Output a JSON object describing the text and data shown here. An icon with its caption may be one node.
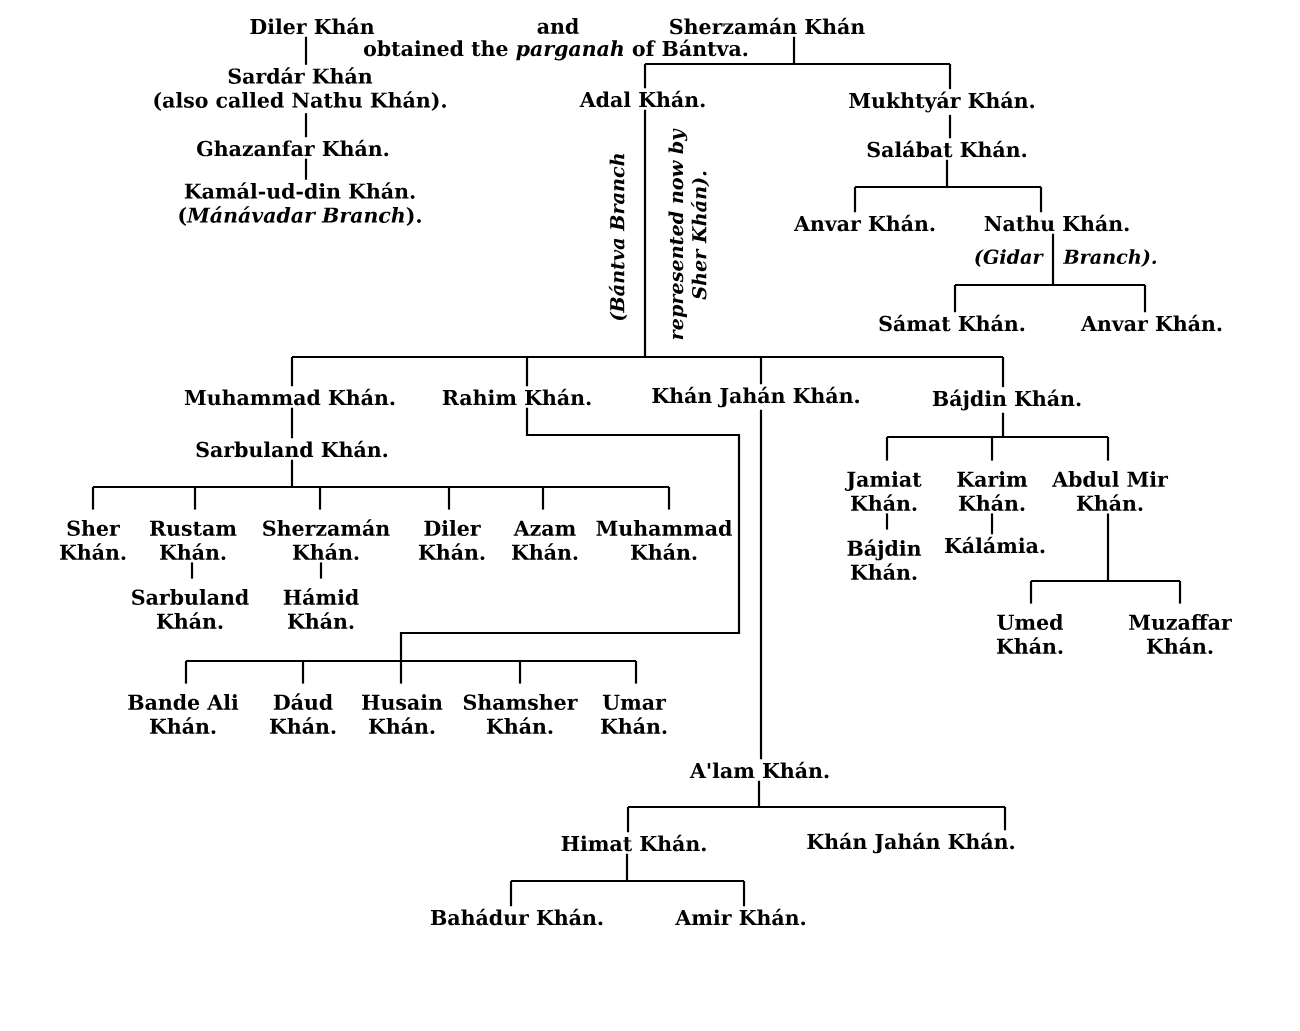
{
  "diagram": {
    "nodes": [
      {
        "text": [
          "Diler Khán"
        ]
      },
      {
        "text": [
          "Sherzamán Khán"
        ]
      },
      {
        "text": [
          "Sardár Khán",
          "(also called Nathu Khán)."
        ]
      },
      {
        "text": [
          "Adal Khán."
        ],
        "beside": [
          "(Bántva Branch",
          "represented now by Sher Khán)."
        ]
      },
      {
        "text": [
          "Mukhtyár Khán."
        ]
      },
      {
        "text": [
          "Ghazanfar Khán."
        ]
      },
      {
        "text": [
          "Salábat Khán."
        ]
      },
      {
        "text": [
          "Kamál-ud-din Khán.",
          "(*Mánávadar Branch*)."
        ]
      },
      {
        "text": [
          "Anvar Khán."
        ]
      },
      {
        "text": [
          "Nathu Khán."
        ],
        "beside": [
          "(Gidar",
          "Branch)."
        ]
      },
      {
        "text": [
          "Sámat Khán."
        ]
      },
      {
        "text": [
          "Anvar Khán."
        ]
      },
      {
        "text": [
          "Muhammad Khán."
        ]
      },
      {
        "text": [
          "Rahim Khán."
        ]
      },
      {
        "text": [
          "Khán Jahán Khán."
        ]
      },
      {
        "text": [
          "Bájdin Khán."
        ]
      },
      {
        "text": [
          "Sarbuland Khán."
        ]
      },
      {
        "text": [
          "Jamiat Khán."
        ]
      },
      {
        "text": [
          "Karim Khán."
        ]
      },
      {
        "text": [
          "Abdul Mir Khán."
        ]
      },
      {
        "text": [
          "Sher Khán."
        ]
      },
      {
        "text": [
          "Rustam Khán."
        ]
      },
      {
        "text": [
          "Sherzamán Khán."
        ]
      },
      {
        "text": [
          "Diler Khán."
        ]
      },
      {
        "text": [
          "Azam Khán."
        ]
      },
      {
        "text": [
          "Muhammad Khán."
        ]
      },
      {
        "text": [
          "Bájdin Khán."
        ]
      },
      {
        "text": [
          "Kálámia."
        ]
      },
      {
        "text": [
          "Umed Khán."
        ]
      },
      {
        "text": [
          "Muzaffar Khán."
        ]
      },
      {
        "text": [
          "Sarbuland Khán."
        ]
      },
      {
        "text": [
          "Hámid Khán."
        ]
      },
      {
        "text": [
          "Bande Ali Khán."
        ]
      },
      {
        "text": [
          "Dáud Khán."
        ]
      },
      {
        "text": [
          "Husain Khán."
        ]
      },
      {
        "text": [
          "Shamsher Khán."
        ]
      },
      {
        "text": [
          "Umar Khán."
        ]
      },
      {
        "text": [
          "A'lam Khán."
        ]
      },
      {
        "text": [
          "Himat Khán."
        ]
      },
      {
        "text": [
          "Khán Jahán Khán."
        ]
      },
      {
        "text": [
          "Bahádur Khán."
        ]
      },
      {
        "text": [
          "Amir Khán."
        ]
      }
    ],
    "edges": [
      {
        "from": 0,
        "to": 2,
        "arrow": "none"
      },
      {
        "from": 2,
        "to": 5,
        "arrow": "none"
      },
      {
        "from": 5,
        "to": 7,
        "arrow": "none"
      },
      {
        "from": 1,
        "to": 3,
        "arrow": "none"
      },
      {
        "from": 1,
        "to": 4,
        "arrow": "none"
      },
      {
        "from": 4,
        "to": 6,
        "arrow": "none"
      },
      {
        "from": 6,
        "to": 8,
        "arrow": "none"
      },
      {
        "from": 6,
        "to": 9,
        "arrow": "none"
      },
      {
        "from": 9,
        "to": 10,
        "arrow": "none"
      },
      {
        "from": 9,
        "to": 11,
        "arrow": "none"
      },
      {
        "from": 3,
        "to": 12,
        "arrow": "none"
      },
      {
        "from": 3,
        "to": 13,
        "arrow": "none"
      },
      {
        "from": 3,
        "to": 14,
        "arrow": "none"
      },
      {
        "from": 3,
        "to": 15,
        "arrow": "none"
      },
      {
        "from": 12,
        "to": 16,
        "arrow": "none"
      },
      {
        "from": 16,
        "to": 20,
        "arrow": "none"
      },
      {
        "from": 16,
        "to": 21,
        "arrow": "none"
      },
      {
        "from": 16,
        "to": 22,
        "arrow": "none"
      },
      {
        "from": 16,
        "to": 23,
        "arrow": "none"
      },
      {
        "from": 16,
        "to": 24,
        "arrow": "none"
      },
      {
        "from": 16,
        "to": 25,
        "arrow": "none"
      },
      {
        "from": 21,
        "to": 30,
        "arrow": "none"
      },
      {
        "from": 22,
        "to": 31,
        "arrow": "none"
      },
      {
        "from": 13,
        "to": 32,
        "arrow": "none"
      },
      {
        "from": 13,
        "to": 33,
        "arrow": "none"
      },
      {
        "from": 13,
        "to": 34,
        "arrow": "none"
      },
      {
        "from": 13,
        "to": 35,
        "arrow": "none"
      },
      {
        "from": 13,
        "to": 36,
        "arrow": "none"
      },
      {
        "from": 14,
        "to": 37,
        "arrow": "none"
      },
      {
        "from": 37,
        "to": 38,
        "arrow": "none"
      },
      {
        "from": 37,
        "to": 39,
        "arrow": "none"
      },
      {
        "from": 38,
        "to": 40,
        "arrow": "none"
      },
      {
        "from": 38,
        "to": 41,
        "arrow": "none"
      },
      {
        "from": 15,
        "to": 17,
        "arrow": "none"
      },
      {
        "from": 15,
        "to": 18,
        "arrow": "none"
      },
      {
        "from": 15,
        "to": 19,
        "arrow": "none"
      },
      {
        "from": 17,
        "to": 26,
        "arrow": "none"
      },
      {
        "from": 18,
        "to": 27,
        "arrow": "none"
      },
      {
        "from": 19,
        "to": 28,
        "arrow": "none"
      },
      {
        "from": 19,
        "to": 29,
        "arrow": "none"
      }
    ],
    "labels": [
      "and",
      "obtained the *parganah* of Bántva."
    ]
  }
}
